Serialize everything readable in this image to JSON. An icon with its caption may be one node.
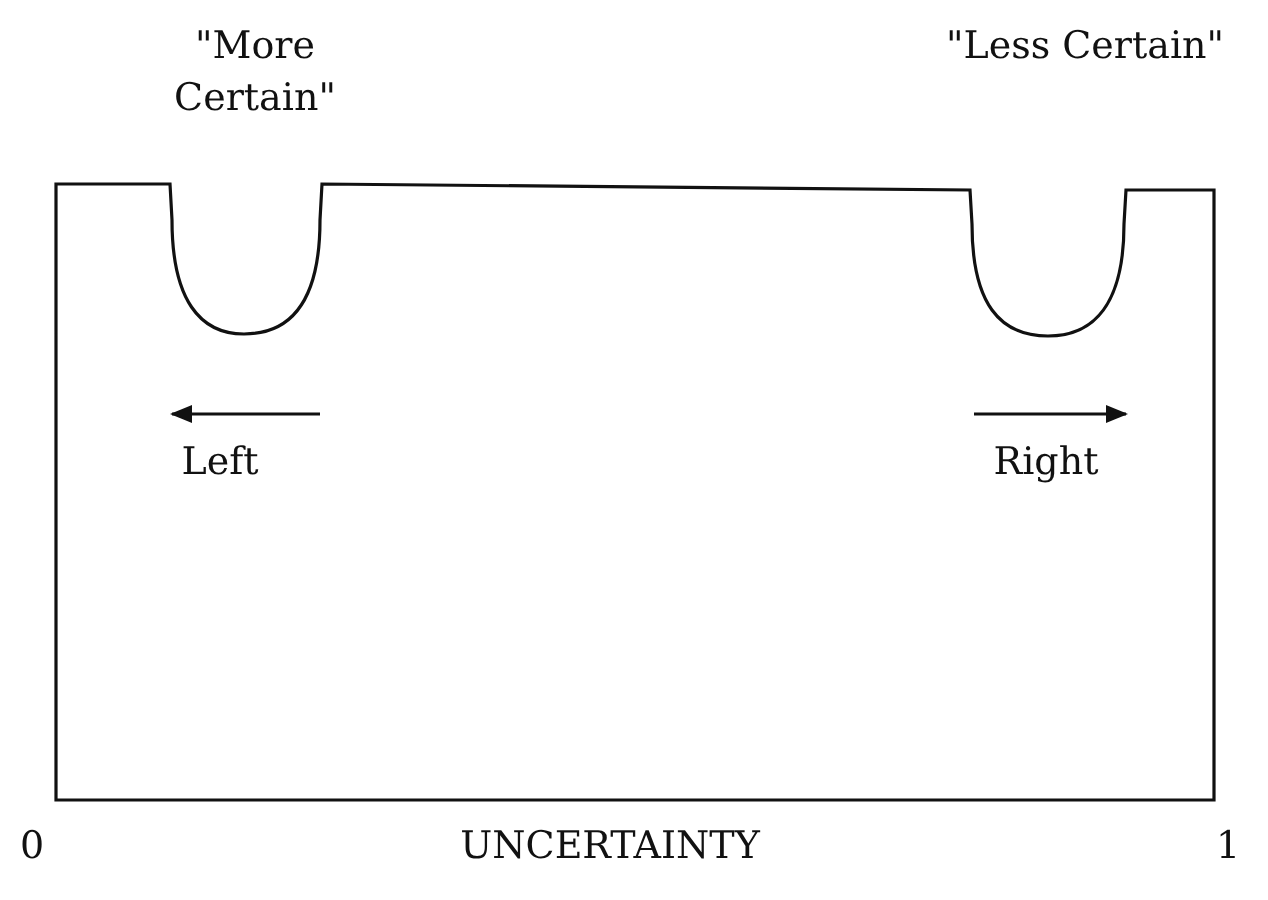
{
  "diagram": {
    "labels": [
      "\"More Certain\"",
      "\"Less Certain\"",
      "Left",
      "Right",
      "0",
      "UNCERTAINTY",
      "1"
    ]
  }
}
